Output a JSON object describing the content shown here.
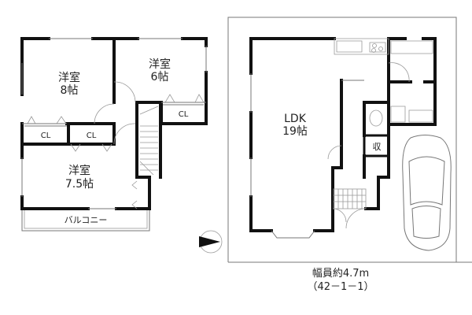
{
  "floor2": {
    "room_western_8": {
      "name": "洋室",
      "size": "8帖"
    },
    "room_western_6": {
      "name": "洋室",
      "size": "6帖"
    },
    "room_western_75": {
      "name": "洋室",
      "size": "7.5帖"
    },
    "closets": [
      "CL",
      "CL",
      "CL"
    ],
    "balcony": "バルコニー"
  },
  "floor1": {
    "ldk": {
      "name": "LDK",
      "size": "19帖"
    },
    "storage": "収"
  },
  "road": {
    "width": "幅員約4.7m",
    "code": "（42－1－1）"
  },
  "compass": {
    "direction": "N"
  }
}
